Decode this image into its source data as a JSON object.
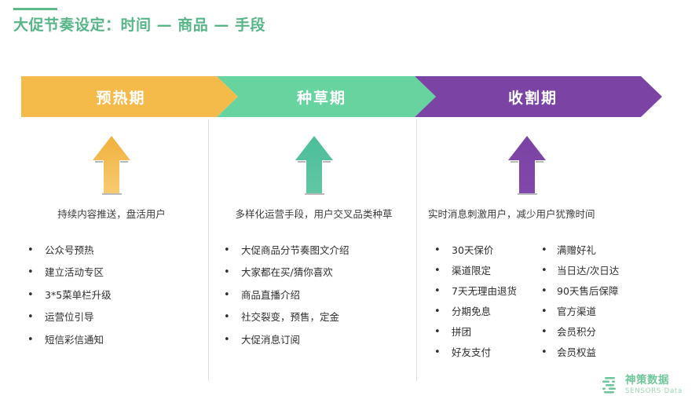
{
  "title": {
    "text": "大促节奏设定：时间 — 商品 — 手段",
    "accent_color": "#57b587",
    "rule_color": "#5cb98a"
  },
  "stages": [
    {
      "label": "预热期",
      "color": "#f4bb4b",
      "arrow_icon": "up-arrow-icon"
    },
    {
      "label": "种草期",
      "color": "#67d4a0",
      "arrow_icon": "up-arrow-icon"
    },
    {
      "label": "收割期",
      "color": "#7b44a4",
      "arrow_icon": "up-arrow-icon"
    }
  ],
  "columns": [
    {
      "caption": "持续内容推送，盘活用户",
      "bullets": [
        "公众号预热",
        "建立活动专区",
        "3*5菜单栏升级",
        "运营位引导",
        "短信彩信通知"
      ]
    },
    {
      "caption": "多样化运营手段，用户交叉品类种草",
      "bullets": [
        "大促商品分节奏图文介绍",
        "大家都在买/猜你喜欢",
        "商品直播介绍",
        "社交裂变，预售，定金",
        "大促消息订阅"
      ]
    },
    {
      "caption": "实时消息刺激用户，减少用户犹豫时间",
      "bullets_left": [
        "30天保价",
        "渠道限定",
        "7天无理由退货",
        "分期免息",
        "拼团",
        "好友支付"
      ],
      "bullets_right": [
        "满赠好礼",
        "当日达/次日达",
        "90天售后保障",
        "官方渠道",
        "会员积分",
        "会员权益"
      ]
    }
  ],
  "logo": {
    "cn": "神策数据",
    "en": "SENSORS Data",
    "color": "#6ec79a"
  }
}
